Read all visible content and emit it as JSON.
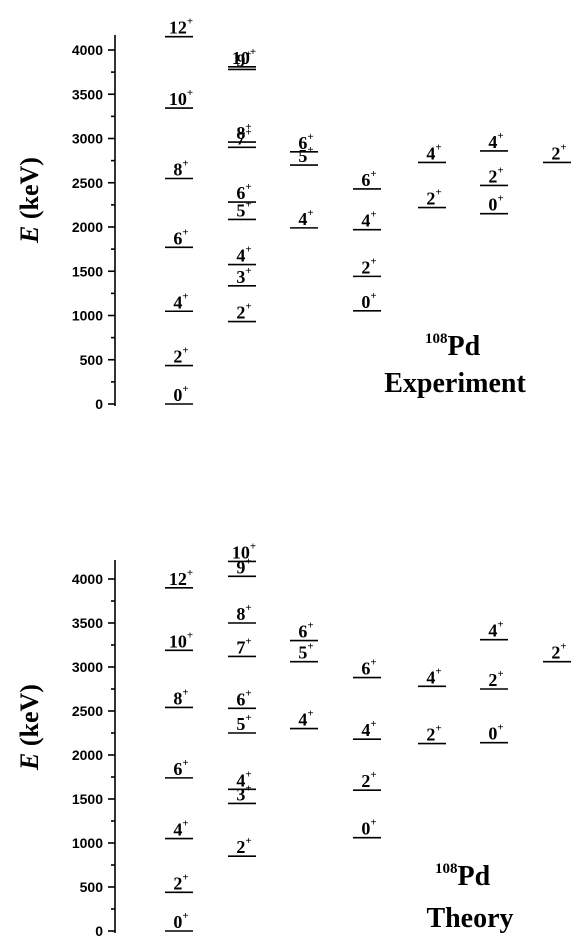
{
  "chart_data": [
    {
      "type": "level-scheme",
      "panel": "experiment",
      "nucleus_mass": "108",
      "nucleus_symbol": "Pd",
      "label": "Experiment",
      "ylabel": "E (keV)",
      "ylabel_italic": "E",
      "ylabel_unit": " (keV)",
      "ylim": [
        0,
        4000
      ],
      "yticks": [
        0,
        500,
        1000,
        1500,
        2000,
        2500,
        3000,
        3500,
        4000
      ],
      "levels": [
        {
          "col": 0,
          "energy": 0,
          "spin": "0",
          "parity": "+"
        },
        {
          "col": 0,
          "energy": 434,
          "spin": "2",
          "parity": "+"
        },
        {
          "col": 0,
          "energy": 1048,
          "spin": "4",
          "parity": "+"
        },
        {
          "col": 0,
          "energy": 1771,
          "spin": "6",
          "parity": "+"
        },
        {
          "col": 0,
          "energy": 2548,
          "spin": "8",
          "parity": "+"
        },
        {
          "col": 0,
          "energy": 3344,
          "spin": "10",
          "parity": "+"
        },
        {
          "col": 0,
          "energy": 4150,
          "spin": "12",
          "parity": "+"
        },
        {
          "col": 1,
          "energy": 931,
          "spin": "2",
          "parity": "+"
        },
        {
          "col": 1,
          "energy": 1335,
          "spin": "3",
          "parity": "+"
        },
        {
          "col": 1,
          "energy": 1576,
          "spin": "4",
          "parity": "+"
        },
        {
          "col": 1,
          "energy": 2086,
          "spin": "5",
          "parity": "+"
        },
        {
          "col": 1,
          "energy": 2282,
          "spin": "6",
          "parity": "+"
        },
        {
          "col": 1,
          "energy": 2900,
          "spin": "7",
          "parity": "+"
        },
        {
          "col": 1,
          "energy": 2960,
          "spin": "8",
          "parity": "+"
        },
        {
          "col": 1,
          "energy": 3780,
          "spin": "9",
          "parity": "+"
        },
        {
          "col": 1,
          "energy": 3810,
          "spin": "10",
          "parity": "+"
        },
        {
          "col": 2,
          "energy": 1990,
          "spin": "4",
          "parity": "+"
        },
        {
          "col": 2,
          "energy": 2700,
          "spin": "5",
          "parity": "+"
        },
        {
          "col": 2,
          "energy": 2850,
          "spin": "6",
          "parity": "+"
        },
        {
          "col": 3,
          "energy": 1053,
          "spin": "0",
          "parity": "+"
        },
        {
          "col": 3,
          "energy": 1442,
          "spin": "2",
          "parity": "+"
        },
        {
          "col": 3,
          "energy": 1970,
          "spin": "4",
          "parity": "+"
        },
        {
          "col": 3,
          "energy": 2430,
          "spin": "6",
          "parity": "+"
        },
        {
          "col": 4,
          "energy": 2220,
          "spin": "2",
          "parity": "+"
        },
        {
          "col": 4,
          "energy": 2730,
          "spin": "4",
          "parity": "+"
        },
        {
          "col": 5,
          "energy": 2150,
          "spin": "0",
          "parity": "+"
        },
        {
          "col": 5,
          "energy": 2470,
          "spin": "2",
          "parity": "+"
        },
        {
          "col": 5,
          "energy": 2860,
          "spin": "4",
          "parity": "+"
        },
        {
          "col": 6,
          "energy": 2730,
          "spin": "2",
          "parity": "+"
        }
      ]
    },
    {
      "type": "level-scheme",
      "panel": "theory",
      "nucleus_mass": "108",
      "nucleus_symbol": "Pd",
      "label": "Theory",
      "ylabel": "E (keV)",
      "ylabel_italic": "E",
      "ylabel_unit": " (keV)",
      "ylim": [
        0,
        4000
      ],
      "yticks": [
        0,
        500,
        1000,
        1500,
        2000,
        2500,
        3000,
        3500,
        4000
      ],
      "levels": [
        {
          "col": 0,
          "energy": 0,
          "spin": "0",
          "parity": "+"
        },
        {
          "col": 0,
          "energy": 440,
          "spin": "2",
          "parity": "+"
        },
        {
          "col": 0,
          "energy": 1050,
          "spin": "4",
          "parity": "+"
        },
        {
          "col": 0,
          "energy": 1740,
          "spin": "6",
          "parity": "+"
        },
        {
          "col": 0,
          "energy": 2540,
          "spin": "8",
          "parity": "+"
        },
        {
          "col": 0,
          "energy": 3190,
          "spin": "10",
          "parity": "+"
        },
        {
          "col": 0,
          "energy": 3900,
          "spin": "12",
          "parity": "+"
        },
        {
          "col": 1,
          "energy": 850,
          "spin": "2",
          "parity": "+"
        },
        {
          "col": 1,
          "energy": 1450,
          "spin": "3",
          "parity": "+"
        },
        {
          "col": 1,
          "energy": 1610,
          "spin": "4",
          "parity": "+"
        },
        {
          "col": 1,
          "energy": 2250,
          "spin": "5",
          "parity": "+"
        },
        {
          "col": 1,
          "energy": 2530,
          "spin": "6",
          "parity": "+"
        },
        {
          "col": 1,
          "energy": 3120,
          "spin": "7",
          "parity": "+"
        },
        {
          "col": 1,
          "energy": 3500,
          "spin": "8",
          "parity": "+"
        },
        {
          "col": 1,
          "energy": 4030,
          "spin": "9",
          "parity": "+"
        },
        {
          "col": 1,
          "energy": 4200,
          "spin": "10",
          "parity": "+"
        },
        {
          "col": 2,
          "energy": 2300,
          "spin": "4",
          "parity": "+"
        },
        {
          "col": 2,
          "energy": 3060,
          "spin": "5",
          "parity": "+"
        },
        {
          "col": 2,
          "energy": 3300,
          "spin": "6",
          "parity": "+"
        },
        {
          "col": 3,
          "energy": 1060,
          "spin": "0",
          "parity": "+"
        },
        {
          "col": 3,
          "energy": 1600,
          "spin": "2",
          "parity": "+"
        },
        {
          "col": 3,
          "energy": 2180,
          "spin": "4",
          "parity": "+"
        },
        {
          "col": 3,
          "energy": 2880,
          "spin": "6",
          "parity": "+"
        },
        {
          "col": 4,
          "energy": 2130,
          "spin": "2",
          "parity": "+"
        },
        {
          "col": 4,
          "energy": 2780,
          "spin": "4",
          "parity": "+"
        },
        {
          "col": 5,
          "energy": 2140,
          "spin": "0",
          "parity": "+"
        },
        {
          "col": 5,
          "energy": 2750,
          "spin": "2",
          "parity": "+"
        },
        {
          "col": 5,
          "energy": 3310,
          "spin": "4",
          "parity": "+"
        },
        {
          "col": 6,
          "energy": 3060,
          "spin": "2",
          "parity": "+"
        }
      ]
    }
  ]
}
